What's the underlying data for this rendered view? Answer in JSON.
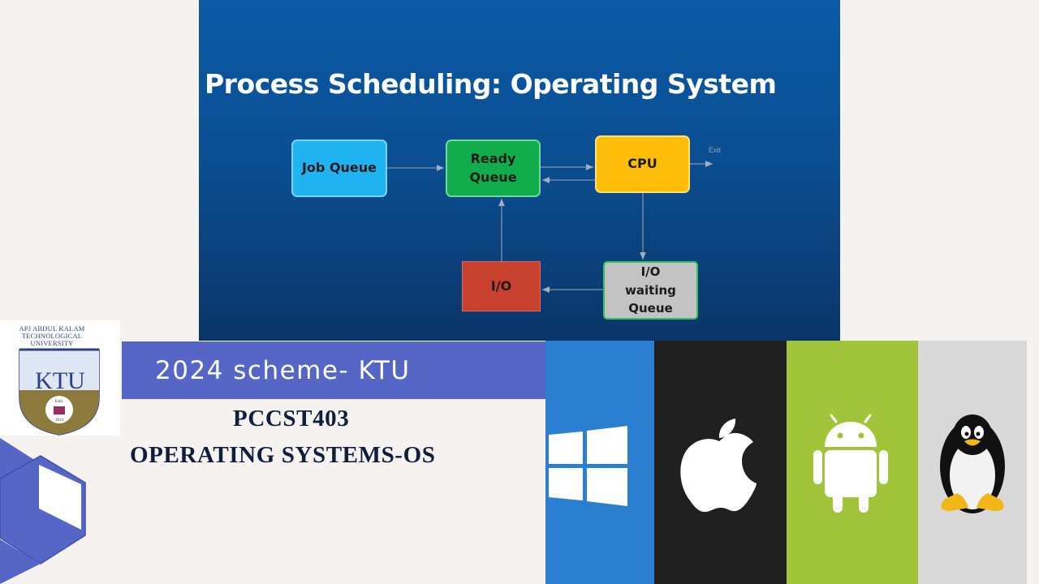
{
  "diagram": {
    "title": "Process Scheduling: Operating System",
    "nodes": {
      "job_queue": "Job Queue",
      "ready_queue_line1": "Ready",
      "ready_queue_line2": "Queue",
      "cpu": "CPU",
      "io": "I/O",
      "io_waiting_line1": "I/O",
      "io_waiting_line2": "waiting",
      "io_waiting_line3": "Queue"
    },
    "exit_label": "Exit",
    "colors": {
      "background": "#0b4f93",
      "job_queue": "#1fb3f2",
      "ready_queue": "#11ad4c",
      "cpu": "#fdbd08",
      "io": "#c8412e",
      "io_waiting": "#c3c3c3"
    }
  },
  "logo": {
    "line1": "APJ ABDUL KALAM",
    "line2": "TECHNOLOGICAL",
    "line3": "UNIVERSITY",
    "mark": "KTU",
    "estd": "Estd.",
    "year": "2014"
  },
  "banner": {
    "text": "2024 scheme- KTU",
    "color": "#5566c6"
  },
  "course": {
    "code": "PCCST403",
    "name": "OPERATING SYSTEMS-OS"
  },
  "os_tiles": {
    "windows": {
      "icon": "windows-logo-icon",
      "color": "#2a7fd1"
    },
    "apple": {
      "icon": "apple-logo-icon",
      "color": "#202020"
    },
    "android": {
      "icon": "android-logo-icon",
      "color": "#a0c43a"
    },
    "linux": {
      "icon": "linux-tux-icon",
      "color": "#d9d9d9"
    }
  }
}
